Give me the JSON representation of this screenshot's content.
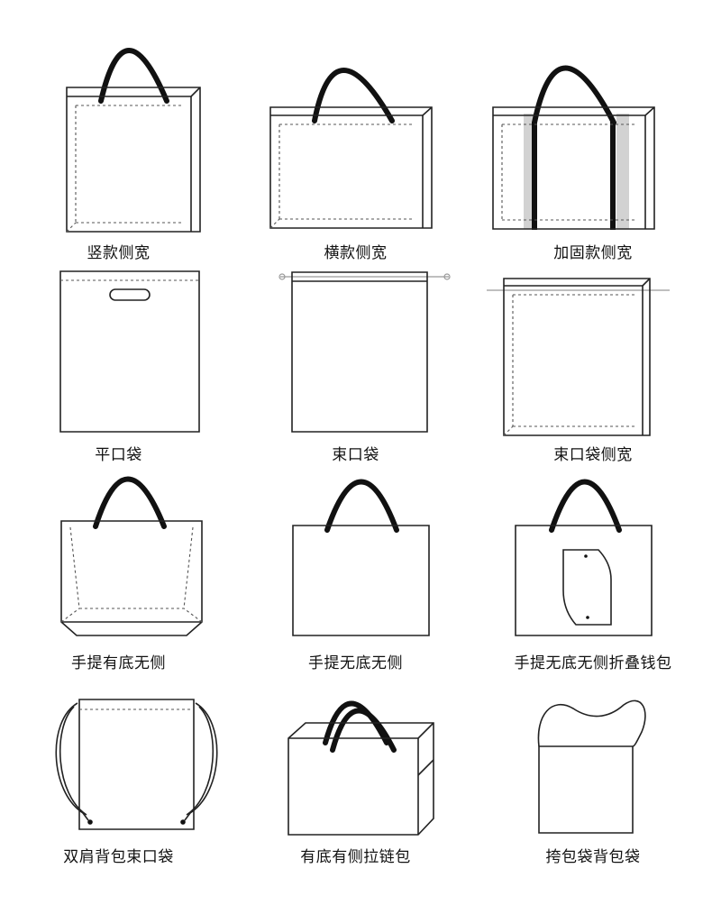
{
  "bags": [
    {
      "label": "竖款侧宽"
    },
    {
      "label": "横款侧宽"
    },
    {
      "label": "加固款侧宽"
    },
    {
      "label": "平口袋"
    },
    {
      "label": "束口袋"
    },
    {
      "label": "束口袋侧宽"
    },
    {
      "label": "手提有底无侧"
    },
    {
      "label": "手提无底无侧"
    },
    {
      "label": "手提无底无侧折叠钱包"
    },
    {
      "label": "双肩背包束口袋"
    },
    {
      "label": "有底有侧拉链包"
    },
    {
      "label": "挎包袋背包袋"
    }
  ],
  "colors": {
    "line": "#222222",
    "handle": "#111111",
    "reinforce": "#d2d2d2"
  }
}
